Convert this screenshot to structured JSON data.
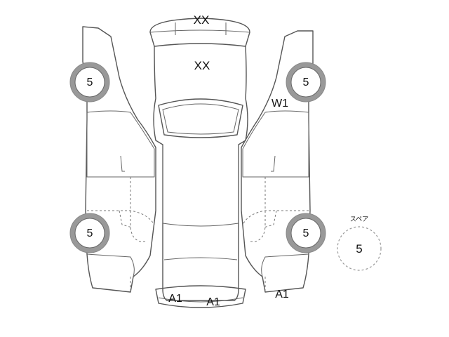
{
  "marks": {
    "rear_top": "XX",
    "roof": "XX",
    "front_left": "A1",
    "front_center": "A1",
    "right_side_front": "W1",
    "right_side_bottom": "A1"
  },
  "tires": {
    "left_rear": "5",
    "left_front": "5",
    "right_rear": "5",
    "right_front": "5"
  },
  "spare": {
    "label": "スペア",
    "value": "5"
  }
}
